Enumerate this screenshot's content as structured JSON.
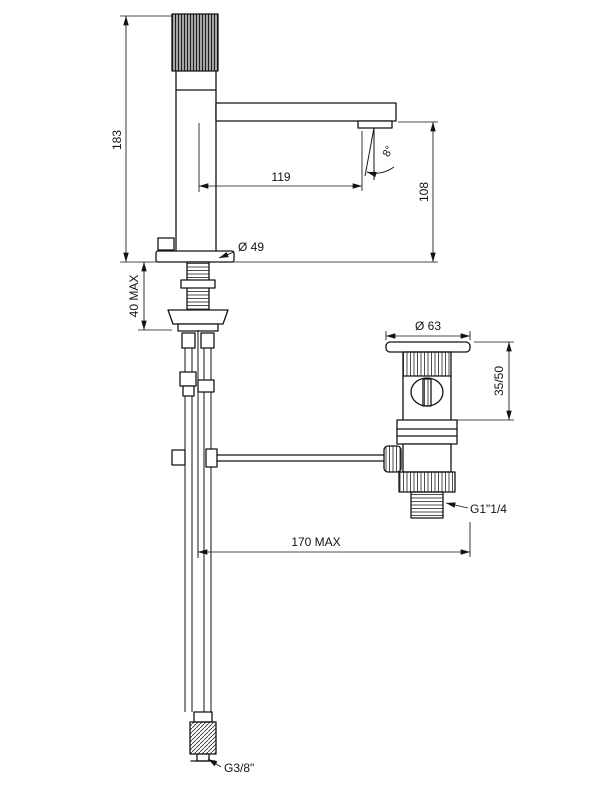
{
  "drawing": {
    "type": "technical-dimension-drawing",
    "subject": "single-lever basin mixer with pop-up waste",
    "colors": {
      "line": "#131313",
      "background": "#ffffff"
    },
    "labels": {
      "overall_height": "183",
      "spout_reach": "119",
      "outlet_height": "108",
      "stream_angle": "8°",
      "base_diameter": "Ø 49",
      "deck_thickness_max": "40 MAX",
      "waste_flange_diameter": "Ø 63",
      "waste_deck_range": "35/50",
      "waste_thread": "G1\"1/4",
      "rod_reach_max": "170 MAX",
      "supply_thread": "G3/8\""
    }
  }
}
